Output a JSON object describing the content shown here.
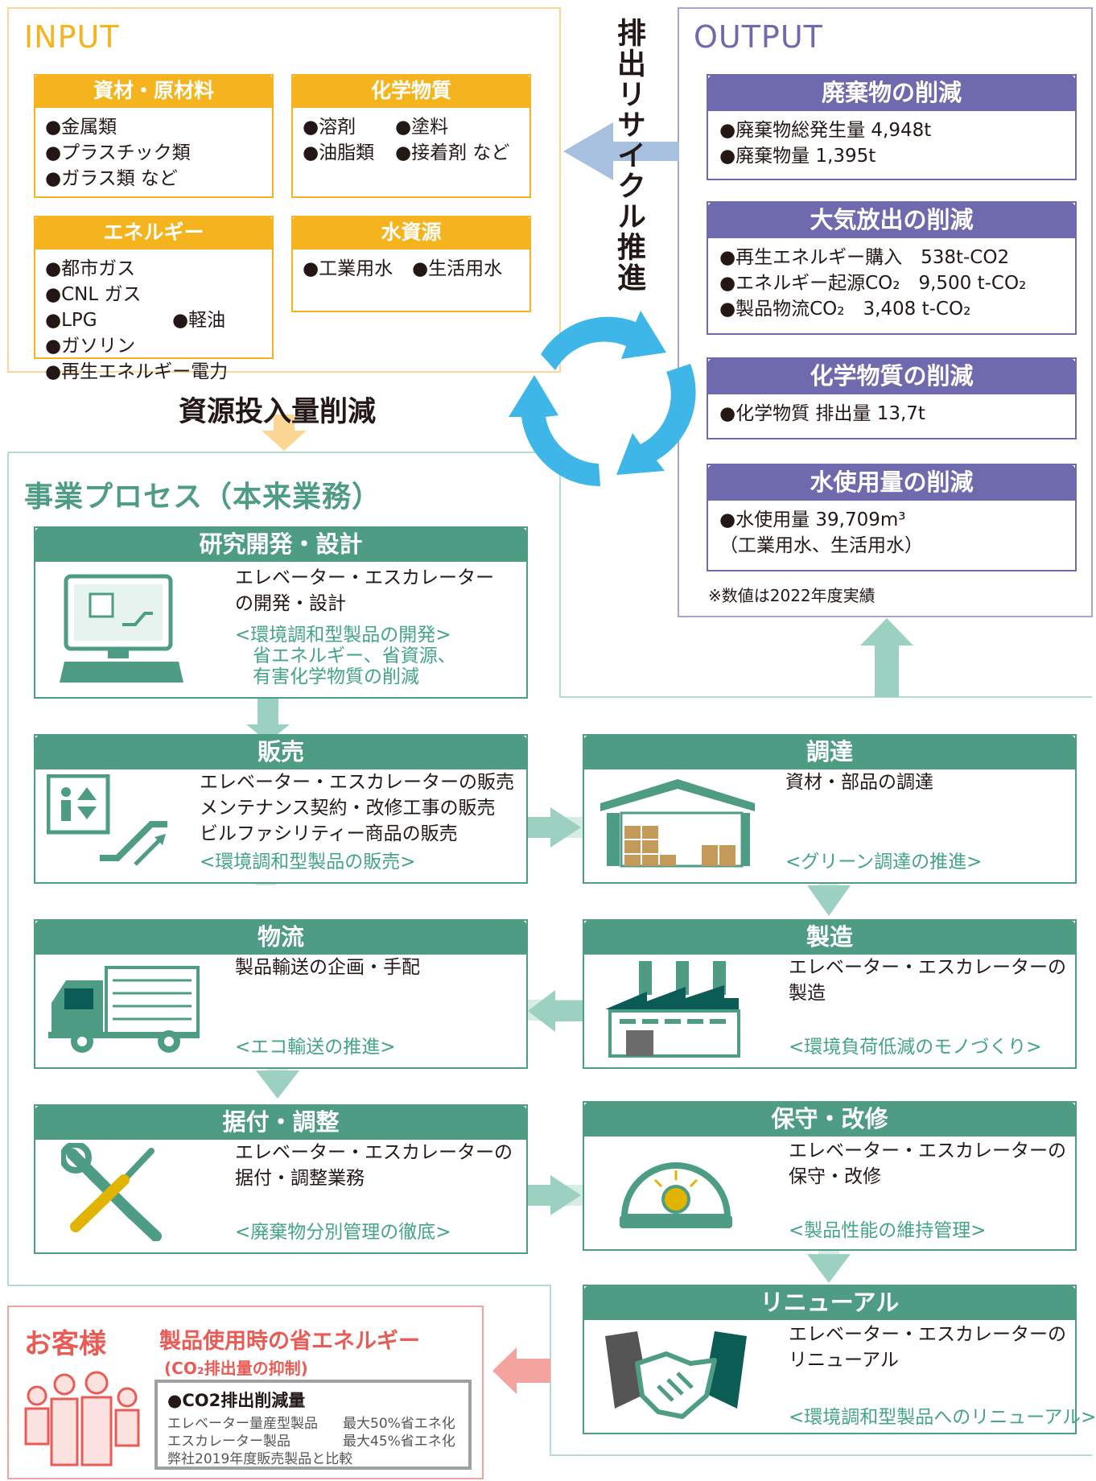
{
  "input": {
    "title": "INPUT",
    "boxes": [
      {
        "title": "資材・原材料",
        "items": [
          "●金属類",
          "●プラスチック類",
          "●ガラス類 など"
        ]
      },
      {
        "title": "化学物質",
        "items": [
          "●溶剤",
          "●塗料",
          "●油脂類",
          "●接着剤 など"
        ]
      },
      {
        "title": "エネルギー",
        "items": [
          "●都市ガス",
          "●CNL ガス",
          "●LPG",
          "●軽油",
          "●ガソリン",
          "●再生エネルギー電力"
        ]
      },
      {
        "title": "水資源",
        "items": [
          "●工業用水",
          "●生活用水"
        ]
      }
    ],
    "flow_label": "資源投入量削減"
  },
  "recycle_label": "排出リサイクル推進",
  "output": {
    "title": "OUTPUT",
    "boxes": [
      {
        "title": "廃棄物の削減",
        "items": [
          "●廃棄物総発生量 4,948t",
          "●廃棄物量 1,395t"
        ]
      },
      {
        "title": "大気放出の削減",
        "items": [
          "●再生エネルギー購入　538t-CO2",
          "●エネルギー起源CO₂　9,500 t-CO₂",
          "●製品物流CO₂　3,408 t-CO₂"
        ]
      },
      {
        "title": "化学物質の削減",
        "items": [
          "●化学物質 排出量 13,7t"
        ]
      },
      {
        "title": "水使用量の削減",
        "items": [
          "●水使用量 39,709m³",
          "（工業用水、生活用水）"
        ]
      }
    ],
    "note": "※数値は2022年度実績"
  },
  "process": {
    "title": "事業プロセス（本来業務）",
    "steps": {
      "rd": {
        "title": "研究開発・設計",
        "text": [
          "エレベーター・エスカレーター",
          "の開発・設計"
        ],
        "note": [
          "<環境調和型製品の開発>",
          "省エネルギー、省資源、",
          "有害化学物質の削減"
        ]
      },
      "sales": {
        "title": "販売",
        "text": [
          "エレベーター・エスカレーターの販売",
          "メンテナンス契約・改修工事の販売",
          "ビルファシリティー商品の販売"
        ],
        "note": [
          "<環境調和型製品の販売>"
        ]
      },
      "procure": {
        "title": "調達",
        "text": [
          "資材・部品の調達"
        ],
        "note": [
          "<グリーン調達の推進>"
        ]
      },
      "logistics": {
        "title": "物流",
        "text": [
          "製品輸送の企画・手配"
        ],
        "note": [
          "<エコ輸送の推進>"
        ]
      },
      "manufacture": {
        "title": "製造",
        "text": [
          "エレベーター・エスカレーターの",
          "製造"
        ],
        "note": [
          "<環境負荷低減のモノづくり>"
        ]
      },
      "install": {
        "title": "据付・調整",
        "text": [
          "エレベーター・エスカレーターの",
          "据付・調整業務"
        ],
        "note": [
          "<廃棄物分別管理の徹底>"
        ]
      },
      "maintain": {
        "title": "保守・改修",
        "text": [
          "エレベーター・エスカレーターの",
          "保守・改修"
        ],
        "note": [
          "<製品性能の維持管理>"
        ]
      },
      "renewal": {
        "title": "リニューアル",
        "text": [
          "エレベーター・エスカレーターの",
          "リニューアル"
        ],
        "note": [
          "<環境調和型製品へのリニューアル>"
        ]
      }
    }
  },
  "customer": {
    "title": "お客様",
    "heading": "製品使用時の省エネルギー",
    "subheading": "(CO₂排出量の抑制)",
    "box_title": "●CO2排出削減量",
    "rows": [
      {
        "label": "エレベーター量産型製品",
        "value": "最大50%省エネ化"
      },
      {
        "label": "エスカレーター製品",
        "value": "最大45%省エネ化"
      }
    ],
    "footnote": "弊社2019年度販売製品と比較"
  },
  "colors": {
    "input": "#f5b41e",
    "output": "#6f69ad",
    "process": "#4e9c84",
    "customer": "#e95b55",
    "cycle": "#3fb6e8"
  }
}
